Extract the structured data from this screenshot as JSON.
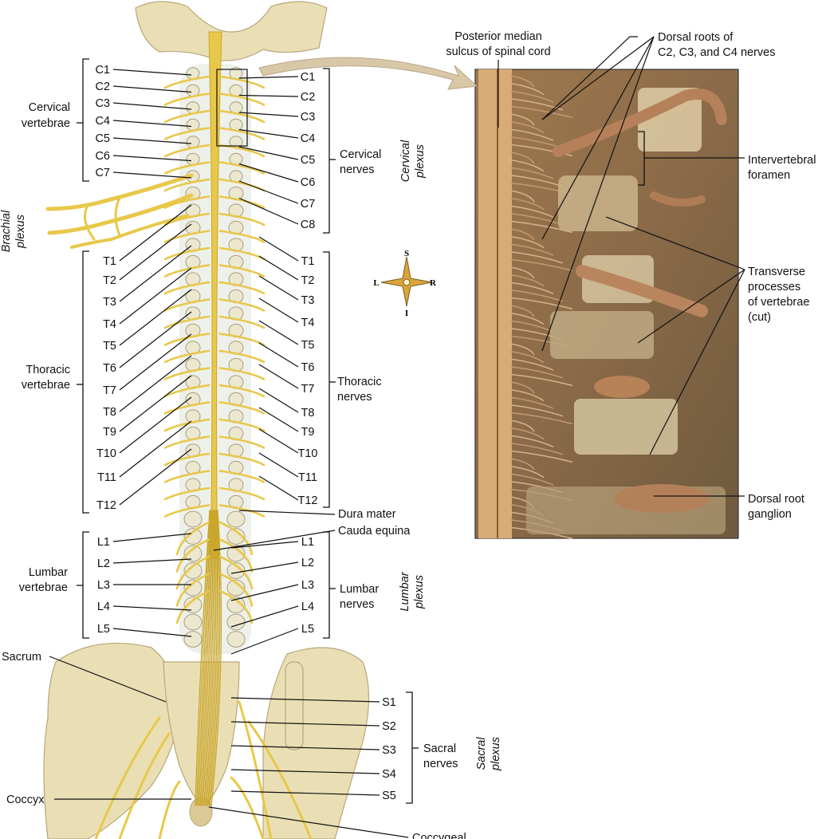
{
  "cervical_vertebrae": {
    "group": [
      "Cervical",
      "vertebrae"
    ],
    "items": [
      "C1",
      "C2",
      "C3",
      "C4",
      "C5",
      "C6",
      "C7"
    ]
  },
  "cervical_nerves": {
    "group": [
      "Cervical",
      "nerves"
    ],
    "items": [
      "C1",
      "C2",
      "C3",
      "C4",
      "C5",
      "C6",
      "C7",
      "C8"
    ]
  },
  "thoracic_vertebrae": {
    "group": [
      "Thoracic",
      "vertebrae"
    ],
    "items": [
      "T1",
      "T2",
      "T3",
      "T4",
      "T5",
      "T6",
      "T7",
      "T8",
      "T9",
      "T10",
      "T11",
      "T12"
    ]
  },
  "thoracic_nerves": {
    "group": [
      "Thoracic",
      "nerves"
    ],
    "items": [
      "T1",
      "T2",
      "T3",
      "T4",
      "T5",
      "T6",
      "T7",
      "T8",
      "T9",
      "T10",
      "T11",
      "T12"
    ]
  },
  "lumbar_vertebrae": {
    "group": [
      "Lumbar",
      "vertebrae"
    ],
    "items": [
      "L1",
      "L2",
      "L3",
      "L4",
      "L5"
    ]
  },
  "lumbar_nerves": {
    "group": [
      "Lumbar",
      "nerves"
    ],
    "items": [
      "L1",
      "L2",
      "L3",
      "L4",
      "L5"
    ]
  },
  "sacral_nerves": {
    "group": [
      "Sacral",
      "nerves"
    ],
    "items": [
      "S1",
      "S2",
      "S3",
      "S4",
      "S5"
    ]
  },
  "plexus": {
    "brachial": [
      "Brachial",
      "plexus"
    ],
    "cervical": [
      "Cervical",
      "plexus"
    ],
    "lumbar": [
      "Lumbar",
      "plexus"
    ],
    "sacral": [
      "Sacral",
      "plexus"
    ]
  },
  "labels": {
    "dura_mater": "Dura mater",
    "cauda_equina": "Cauda equina",
    "sacrum": "Sacrum",
    "coccyx": "Coccyx",
    "coccygeal": "Coccygeal"
  },
  "compass": {
    "s": "S",
    "i": "I",
    "l": "L",
    "r": "R"
  },
  "inset": {
    "posterior_median_sulcus": [
      "Posterior median",
      "sulcus of spinal cord"
    ],
    "dorsal_roots": [
      "Dorsal roots of",
      "C2, C3, and C4 nerves"
    ],
    "intervertebral_foramen": [
      "Intervertebral",
      "foramen"
    ],
    "transverse_processes": [
      "Transverse",
      "processes",
      "of vertebrae",
      "(cut)"
    ],
    "dorsal_root_ganglion": [
      "Dorsal root",
      "ganglion"
    ]
  },
  "colors": {
    "nerve": "#e8c84a",
    "bone": "#eadfb4",
    "vertebra": "#ece7cf",
    "photo_bg": "#9c7a52",
    "arrow": "#d8c8a8"
  }
}
